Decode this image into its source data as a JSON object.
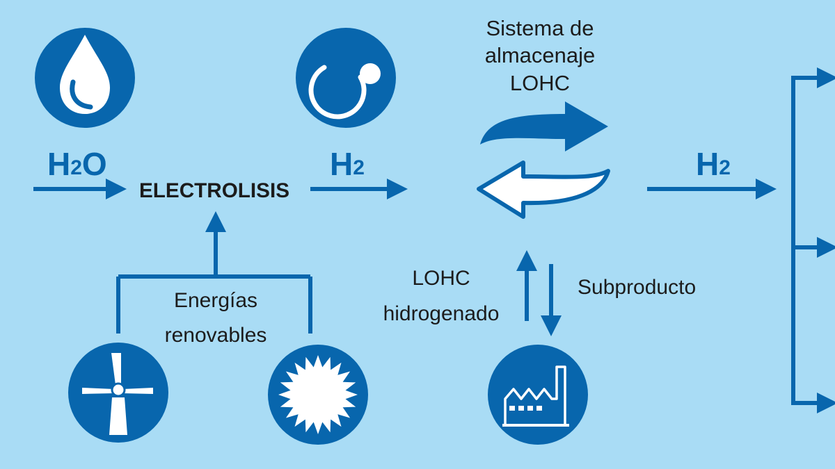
{
  "colors": {
    "background": "#a9dcf5",
    "primary_blue": "#0866ad",
    "text_dark": "#1c1c1c",
    "icon_fill": "#ffffff"
  },
  "icons": {
    "water": "water-drop-icon",
    "hydrogen": "hydrogen-atom-icon",
    "wind": "wind-turbine-icon",
    "solar": "sun-icon",
    "factory": "factory-icon"
  },
  "labels": {
    "h2o_left": "H",
    "h2o_sub": "2",
    "h2o_right": "O",
    "electrolysis": "ELECTROLISIS",
    "h2_a_main": "H",
    "h2_a_sub": "2",
    "storage_line1": "Sistema de",
    "storage_line2": "almacenaje",
    "storage_line3": "LOHC",
    "h2_b_main": "H",
    "h2_b_sub": "2",
    "renewables_line1": "Energías",
    "renewables_line2": "renovables",
    "lohc_hydro_line1": "LOHC",
    "lohc_hydro_line2": "hidrogenado",
    "byproduct": "Subproducto"
  }
}
